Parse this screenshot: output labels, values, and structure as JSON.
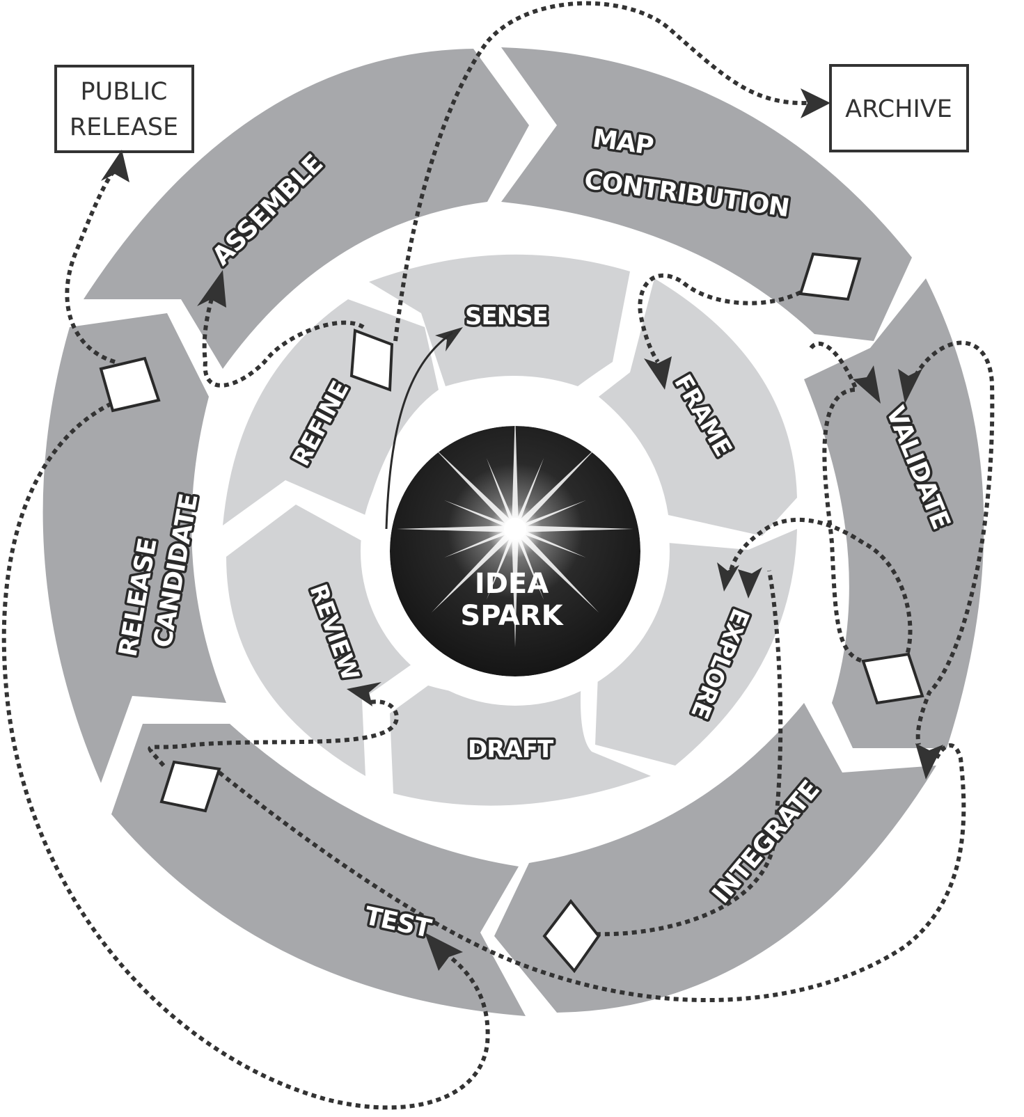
{
  "core": {
    "line1": "IDEA",
    "line2": "SPARK"
  },
  "outer_stages": {
    "map": {
      "line1": "MAP",
      "line2": "CONTRIBUTION"
    },
    "validate": "VALIDATE",
    "integrate": "INTEGRATE",
    "test": "TEST",
    "release": {
      "line1": "RELEASE",
      "line2": "CANDIDATE"
    },
    "assemble": "ASSEMBLE"
  },
  "inner_stages": {
    "sense": "SENSE",
    "frame": "FRAME",
    "explore": "EXPLORE",
    "draft": "DRAFT",
    "review": "REVIEW",
    "refine": "REFINE"
  },
  "outputs": {
    "public_release": {
      "line1": "PUBLIC",
      "line2": "RELEASE"
    },
    "archive": "ARCHIVE"
  },
  "colors": {
    "outer_ring": "#a7a8ab",
    "inner_ring": "#d2d3d5",
    "gap": "#ffffff",
    "core": "#1c1c1c",
    "line": "#333333"
  }
}
